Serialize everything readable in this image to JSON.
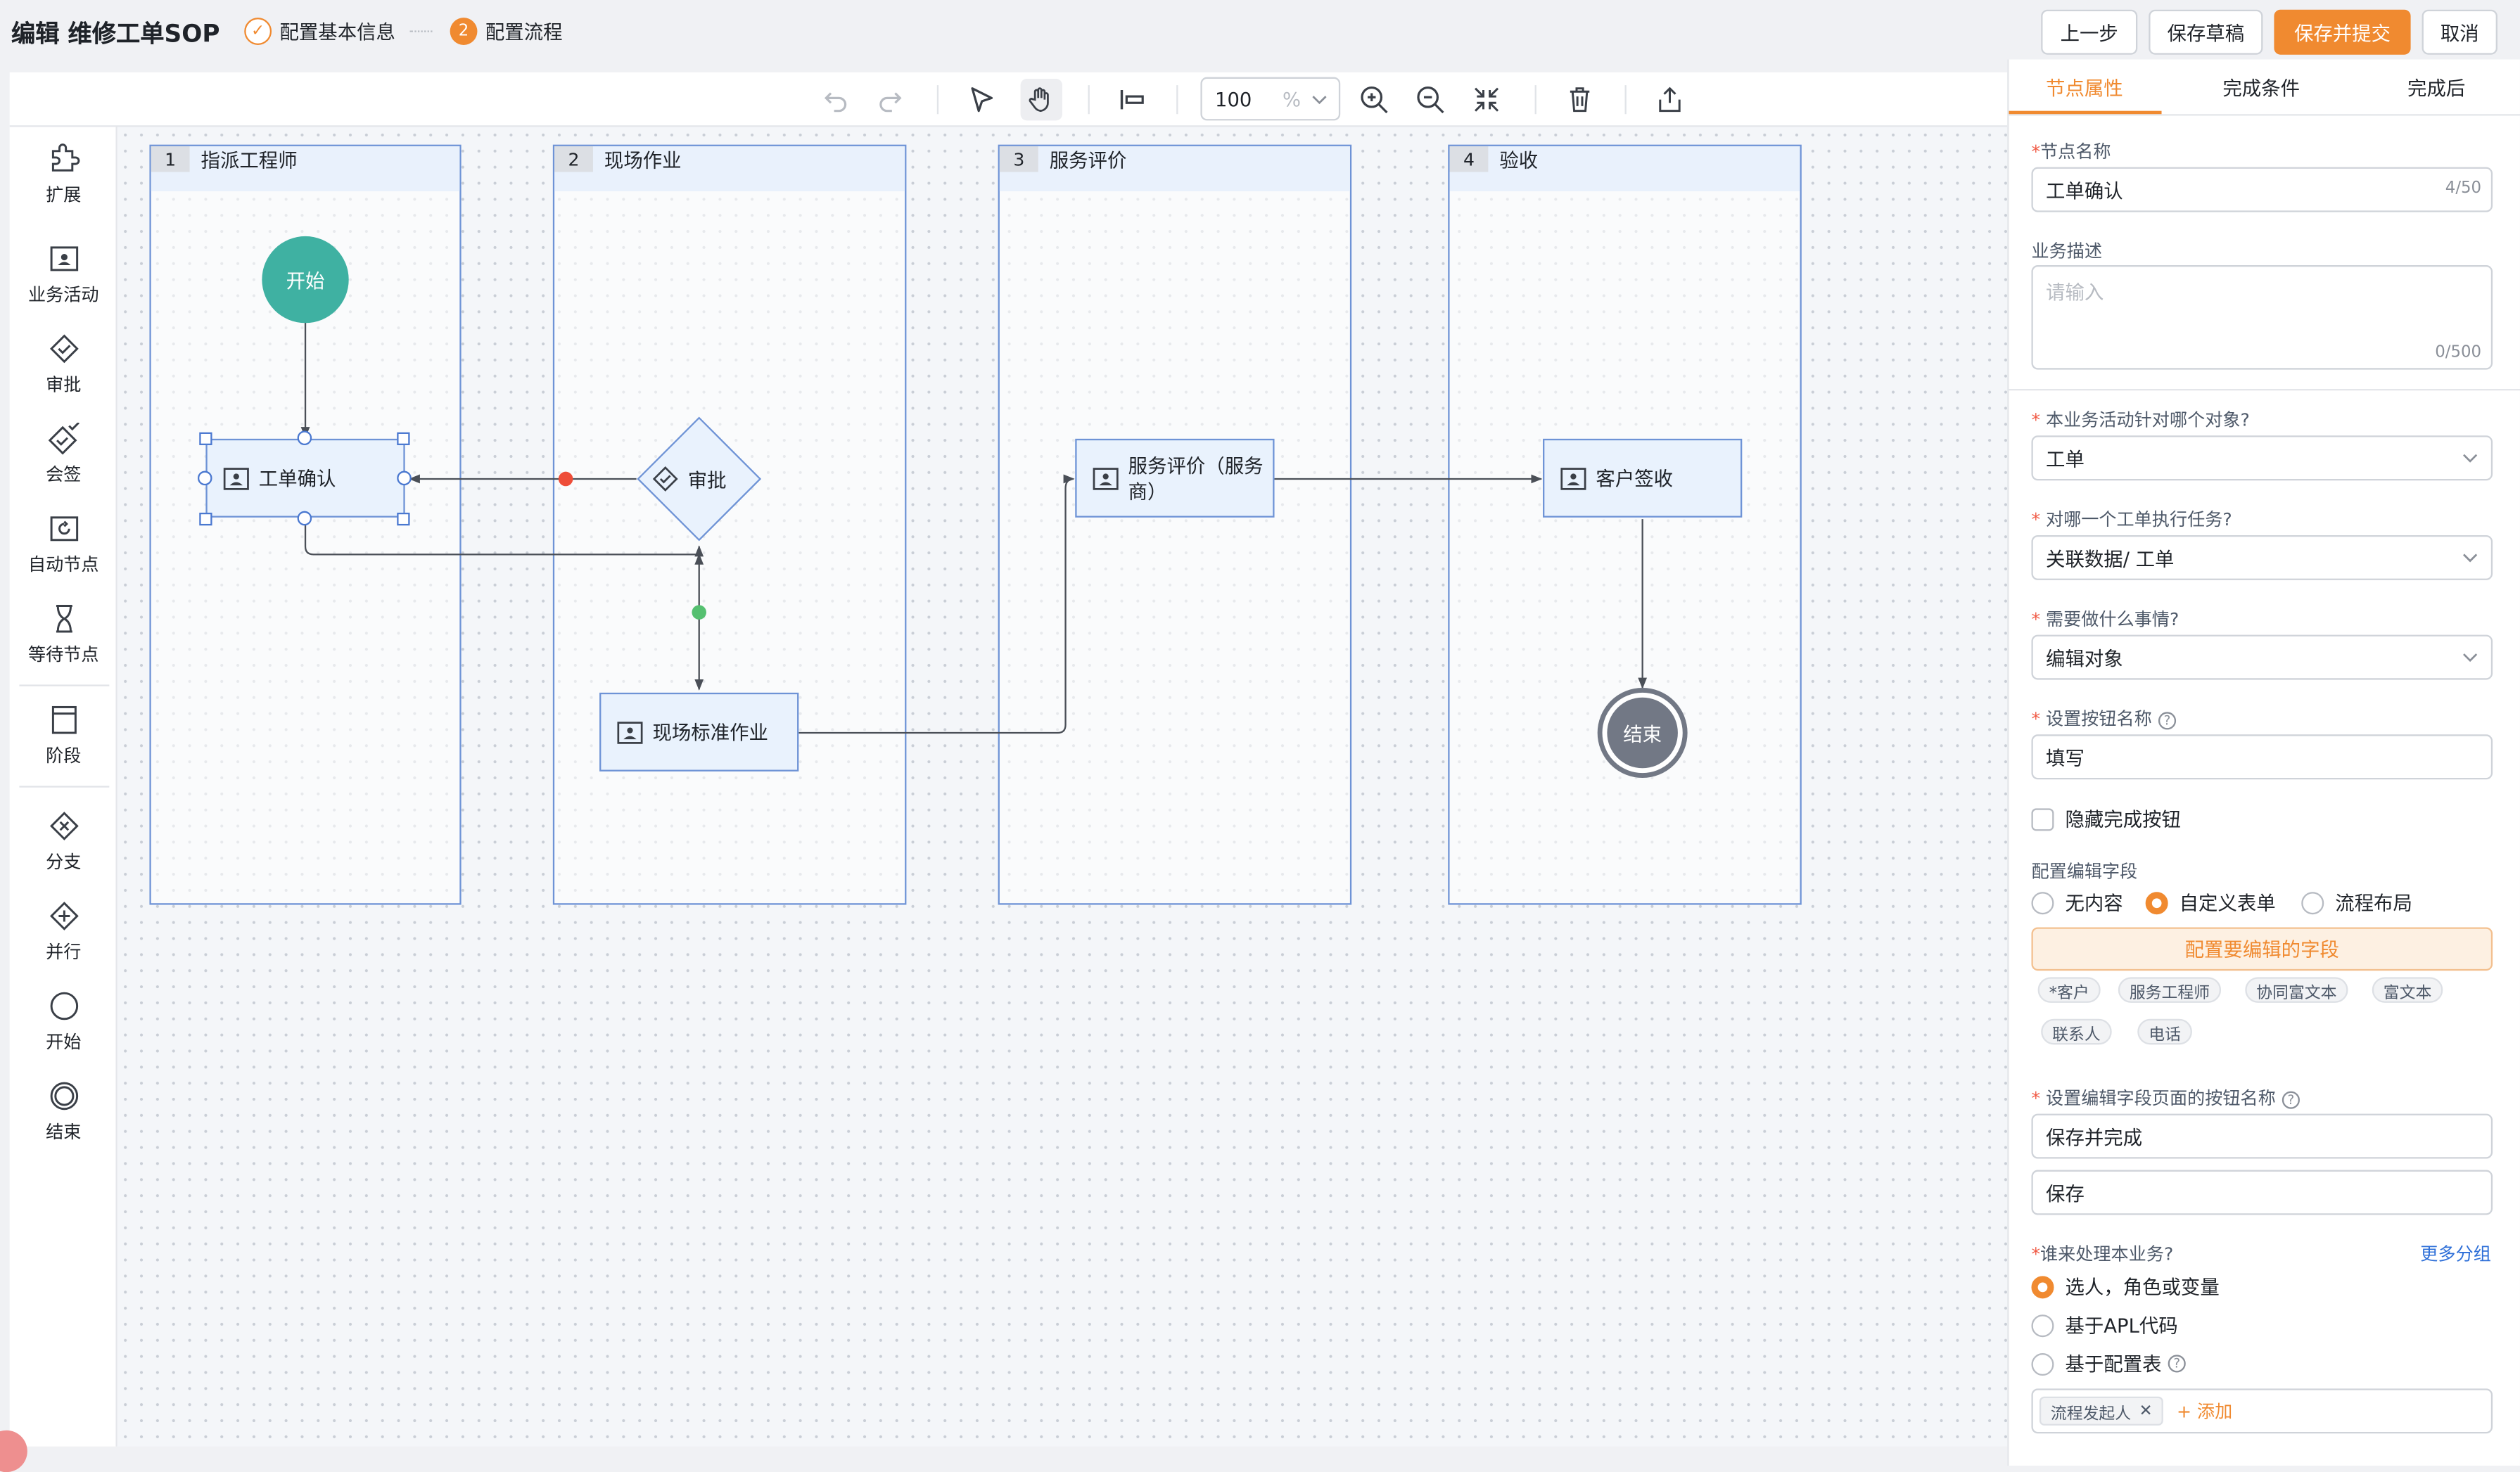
{
  "header": {
    "title": "编辑 维修工单SOP",
    "steps": [
      {
        "num": "✓",
        "label": "配置基本信息",
        "state": "done"
      },
      {
        "num": "2",
        "label": "配置流程",
        "state": "active"
      }
    ],
    "buttons": {
      "prev": "上一步",
      "save_draft": "保存草稿",
      "save_submit": "保存并提交",
      "cancel": "取消"
    }
  },
  "toolbar": {
    "zoom_value": "100",
    "zoom_unit": "%",
    "icons": [
      "undo-icon",
      "redo-icon",
      "select-pointer-icon",
      "hand-pan-icon",
      "align-icon",
      "zoom-in-icon",
      "zoom-out-icon",
      "fit-screen-icon",
      "delete-icon",
      "export-icon"
    ]
  },
  "palette": {
    "items": [
      {
        "label": "扩展",
        "icon": "puzzle-icon"
      },
      {
        "label": "业务活动",
        "icon": "activity-card-icon"
      },
      {
        "label": "审批",
        "icon": "approval-diamond-icon"
      },
      {
        "label": "会签",
        "icon": "countersign-icon"
      },
      {
        "label": "自动节点",
        "icon": "auto-node-icon"
      },
      {
        "label": "等待节点",
        "icon": "hourglass-icon"
      },
      {
        "label": "阶段",
        "icon": "stage-icon"
      },
      {
        "label": "分支",
        "icon": "branch-icon"
      },
      {
        "label": "并行",
        "icon": "parallel-icon"
      },
      {
        "label": "开始",
        "icon": "start-circle-icon"
      },
      {
        "label": "结束",
        "icon": "end-circle-icon"
      }
    ]
  },
  "diagram": {
    "lanes": [
      {
        "num": "1",
        "title": "指派工程师"
      },
      {
        "num": "2",
        "title": "现场作业"
      },
      {
        "num": "3",
        "title": "服务评价"
      },
      {
        "num": "4",
        "title": "验收"
      }
    ],
    "start_label": "开始",
    "end_label": "结束",
    "nodes": {
      "ticket_confirm": "工单确认",
      "approval": "审批",
      "onsite_std": "现场标准作业",
      "service_eval": "服务评价（服务商）",
      "customer_sign": "客户签收"
    }
  },
  "panel": {
    "tabs": [
      "节点属性",
      "完成条件",
      "完成后"
    ],
    "node_name_label": "节点名称",
    "node_name_value": "工单确认",
    "node_name_count": "4/50",
    "desc_label": "业务描述",
    "desc_placeholder": "请输入",
    "desc_count": "0/500",
    "q_object_label": "本业务活动针对哪个对象?",
    "q_object_value": "工单",
    "q_task_label": "对哪一个工单执行任务?",
    "q_task_value": "关联数据/ 工单",
    "q_action_label": "需要做什么事情?",
    "q_action_value": "编辑对象",
    "btn_name_label": "设置按钮名称",
    "btn_name_value": "填写",
    "hide_btn_label": "隐藏完成按钮",
    "edit_fields_label": "配置编辑字段",
    "edit_field_options": [
      "无内容",
      "自定义表单",
      "流程布局"
    ],
    "edit_field_selected": "自定义表单",
    "config_fields_button": "配置要编辑的字段",
    "field_tags": [
      "*客户",
      "服务工程师",
      "协同富文本",
      "富文本",
      "联系人",
      "电话"
    ],
    "edit_page_btn_label": "设置编辑字段页面的按钮名称",
    "edit_page_btn_values": [
      "保存并完成",
      "保存"
    ],
    "handler_label": "谁来处理本业务?",
    "more_groups": "更多分组",
    "handler_options": [
      "选人，角色或变量",
      "基于APL代码",
      "基于配置表"
    ],
    "handler_selected": "选人，角色或变量",
    "handler_tags": [
      "流程发起人"
    ],
    "add_label": "+ 添加"
  }
}
